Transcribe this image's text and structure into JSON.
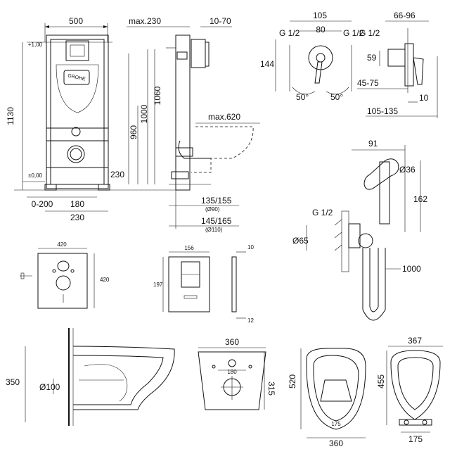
{
  "install_frame": {
    "brand": "GROHE",
    "dims": {
      "width": "500",
      "height": "1130",
      "plus_one": "+1,00",
      "zero": "±0,00",
      "h1060": "1060",
      "h1000": "1000",
      "h960": "960",
      "h230": "230",
      "range_0_200": "0-200",
      "d180": "180",
      "d230": "230",
      "max230": "max.230",
      "r10_70": "10-70",
      "max620": "max.620",
      "r135_155": "135/155",
      "d90": "(Ø90)",
      "r145_165": "145/165",
      "d110": "(Ø110)"
    }
  },
  "mixer": {
    "d105": "105",
    "d80": "80",
    "thread_left": "G 1/2",
    "thread_right": "G 1/2",
    "thread_side": "G 1/2",
    "d144": "144",
    "a50_left": "50°",
    "a50_right": "50°",
    "r66_96": "66-96",
    "d59": "59",
    "r45_75": "45-75",
    "d10": "10",
    "r105_135": "105-135"
  },
  "shower": {
    "d91": "91",
    "d36": "Ø36",
    "d162": "162",
    "thread": "G 1/2",
    "d65": "Ø65",
    "d1000": "1000"
  },
  "mat": {
    "w420": "420",
    "h420": "420"
  },
  "button": {
    "w156": "156",
    "h197": "197",
    "d10": "10",
    "d12": "12"
  },
  "toilet_side": {
    "h350": "350",
    "d100": "Ø100"
  },
  "toilet_back": {
    "w360": "360",
    "d180": "180",
    "h315": "315"
  },
  "toilet_top": {
    "h520": "520",
    "d175": "175",
    "w360": "360"
  },
  "seat": {
    "w367": "367",
    "h455": "455",
    "d175": "175"
  }
}
